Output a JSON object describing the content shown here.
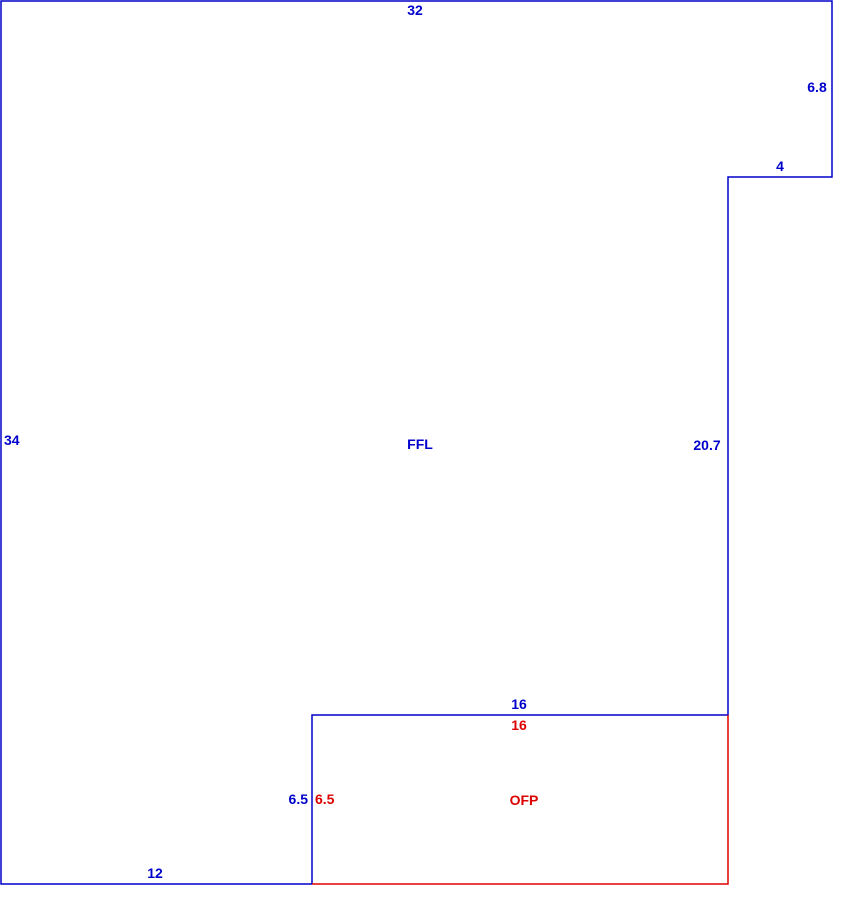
{
  "colors": {
    "main": "#0000cc",
    "porch": "#dd0000"
  },
  "areas": {
    "main_label": "FFL",
    "porch_label": "OFP"
  },
  "dimensions": {
    "top": "32",
    "right_upper": "6.8",
    "step": "4",
    "left": "34",
    "right_lower": "20.7",
    "porch_top_main": "16",
    "porch_top_porch": "16",
    "porch_left_main": "6.5",
    "porch_left_porch": "6.5",
    "bottom": "12"
  }
}
